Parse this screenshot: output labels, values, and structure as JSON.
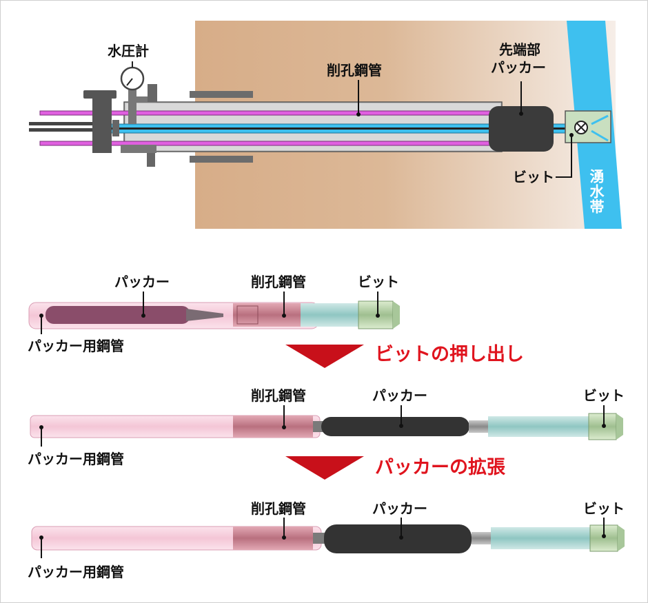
{
  "colors": {
    "ground": "#d8b08c",
    "water": "#3ec0ef",
    "pipe_purple": "#e060e0",
    "packer_dark": "#333333",
    "steel_grey": "#6e6e6e",
    "bit_green": "#c9dfc0",
    "tube_pink": "#f6cddc",
    "arrow_red": "#c8101a",
    "text_red": "#e0141e"
  },
  "top_diagram": {
    "pressure_gauge": "水圧計",
    "drill_pipe": "削孔鋼管",
    "tip_packer_line1": "先端部",
    "tip_packer_line2": "パッカー",
    "bit": "ビット",
    "water_zone": "湧水帯"
  },
  "step1": {
    "packer": "パッカー",
    "drill_pipe": "削孔鋼管",
    "bit": "ビット",
    "packer_pipe": "パッカー用鋼管"
  },
  "action1": "ビットの押し出し",
  "step2": {
    "drill_pipe": "削孔鋼管",
    "packer": "パッカー",
    "bit": "ビット",
    "packer_pipe": "パッカー用鋼管"
  },
  "action2": "パッカーの拡張",
  "step3": {
    "drill_pipe": "削孔鋼管",
    "packer": "パッカー",
    "bit": "ビット",
    "packer_pipe": "パッカー用鋼管"
  }
}
